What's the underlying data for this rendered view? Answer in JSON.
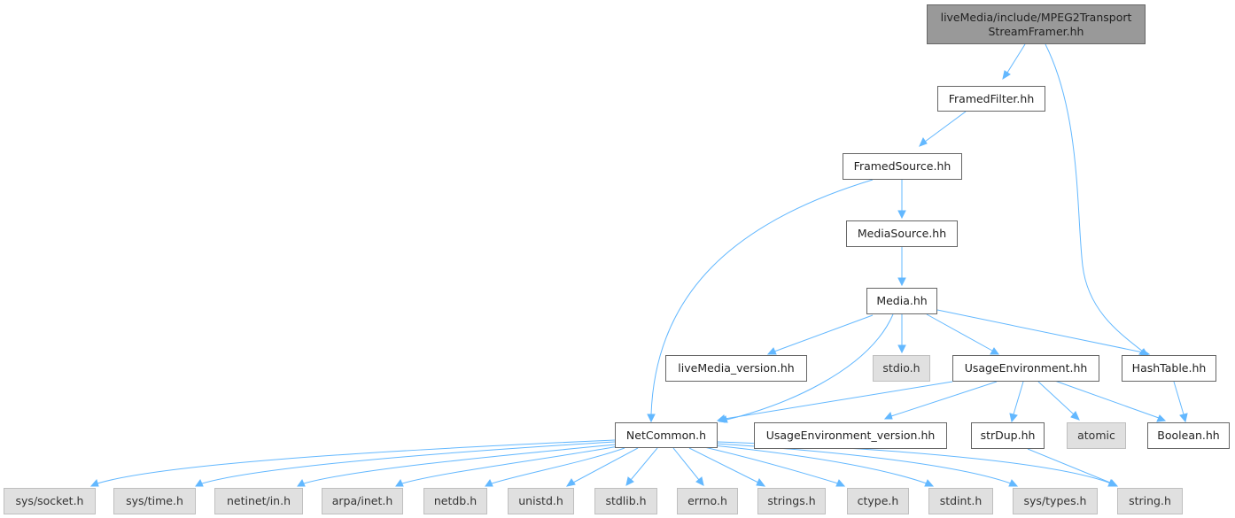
{
  "root": {
    "line1": "liveMedia/include/MPEG2Transport",
    "line2": "StreamFramer.hh"
  },
  "nodes": {
    "framedfilter": "FramedFilter.hh",
    "framedsource": "FramedSource.hh",
    "mediasource": "MediaSource.hh",
    "media": "Media.hh",
    "livemedia_version": "liveMedia_version.hh",
    "stdio": "stdio.h",
    "usageenvironment": "UsageEnvironment.hh",
    "hashtable": "HashTable.hh",
    "netcommon": "NetCommon.h",
    "usageenvironment_version": "UsageEnvironment_version.hh",
    "strdup": "strDup.hh",
    "atomic": "atomic",
    "boolean": "Boolean.hh",
    "sys_socket": "sys/socket.h",
    "sys_time": "sys/time.h",
    "netinet_in": "netinet/in.h",
    "arpa_inet": "arpa/inet.h",
    "netdb": "netdb.h",
    "unistd": "unistd.h",
    "stdlib": "stdlib.h",
    "errno": "errno.h",
    "strings": "strings.h",
    "ctype": "ctype.h",
    "stdint": "stdint.h",
    "sys_types": "sys/types.h",
    "string": "string.h"
  },
  "colors": {
    "edge": "#63b8ff",
    "root_fill": "#999999",
    "system_header_fill": "#e0e0e0",
    "project_header_fill": "#ffffff"
  }
}
